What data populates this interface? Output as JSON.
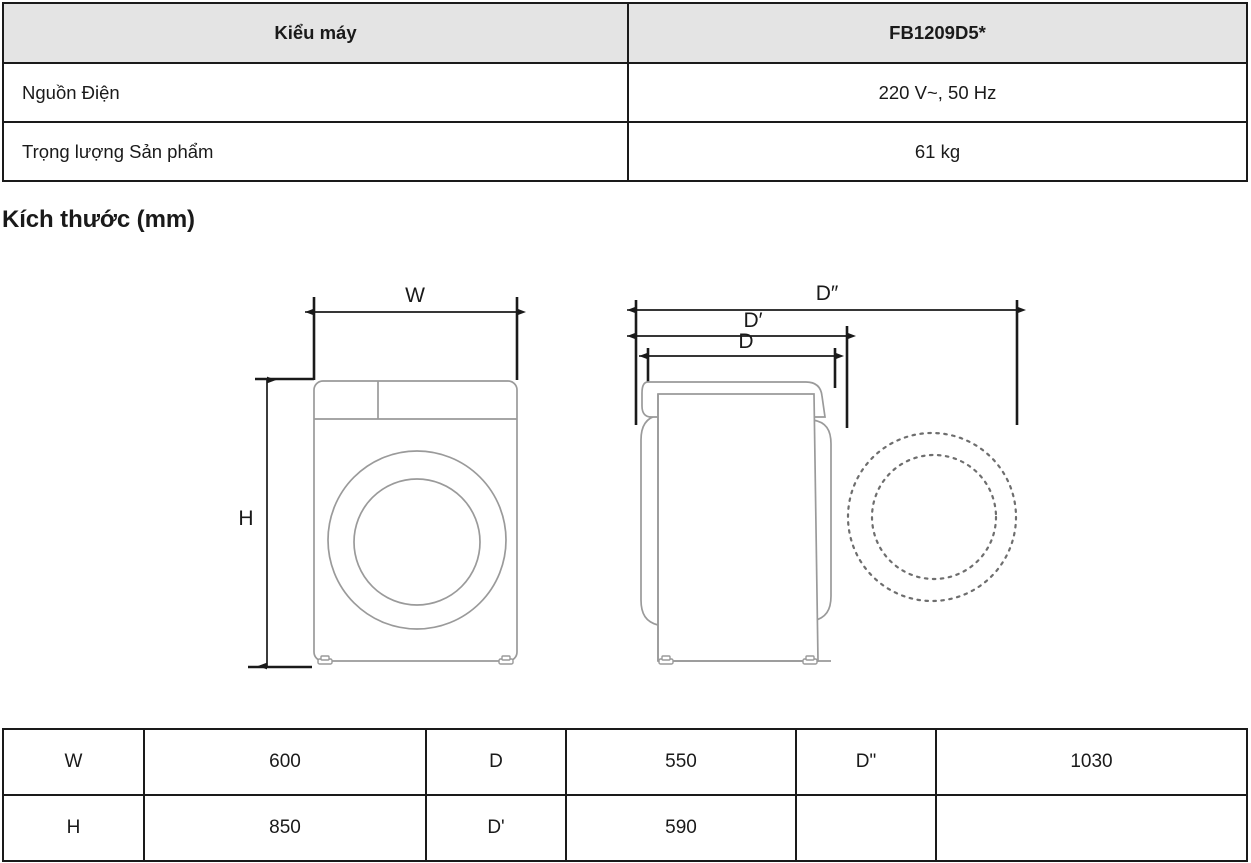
{
  "spec_table": {
    "header": [
      "Kiểu máy",
      "FB1209D5*"
    ],
    "rows": [
      {
        "label": "Nguồn Điện",
        "value": "220 V~, 50 Hz"
      },
      {
        "label": "Trọng lượng Sản phẩm",
        "value": "61 kg"
      }
    ]
  },
  "section": {
    "heading": "Kích thước (mm)"
  },
  "drawing": {
    "front_view": {
      "width_label": "W",
      "height_label": "H"
    },
    "side_view": {
      "depth_label": "D",
      "depth_door_label": "D′",
      "depth_door_open_label": "D″"
    }
  },
  "dim_table": {
    "rows": [
      [
        {
          "label": "W",
          "value": "600"
        },
        {
          "label": "D",
          "value": "550"
        },
        {
          "label": "D\"",
          "value": "1030"
        }
      ],
      [
        {
          "label": "H",
          "value": "850"
        },
        {
          "label": "D'",
          "value": "590"
        },
        {
          "label": "",
          "value": ""
        }
      ]
    ]
  },
  "colors": {
    "table_border": "#1a1a1a",
    "header_fill": "#e4e4e4",
    "drawing_line": "#9a9a9a",
    "dimension_line": "#1a1a1a"
  }
}
